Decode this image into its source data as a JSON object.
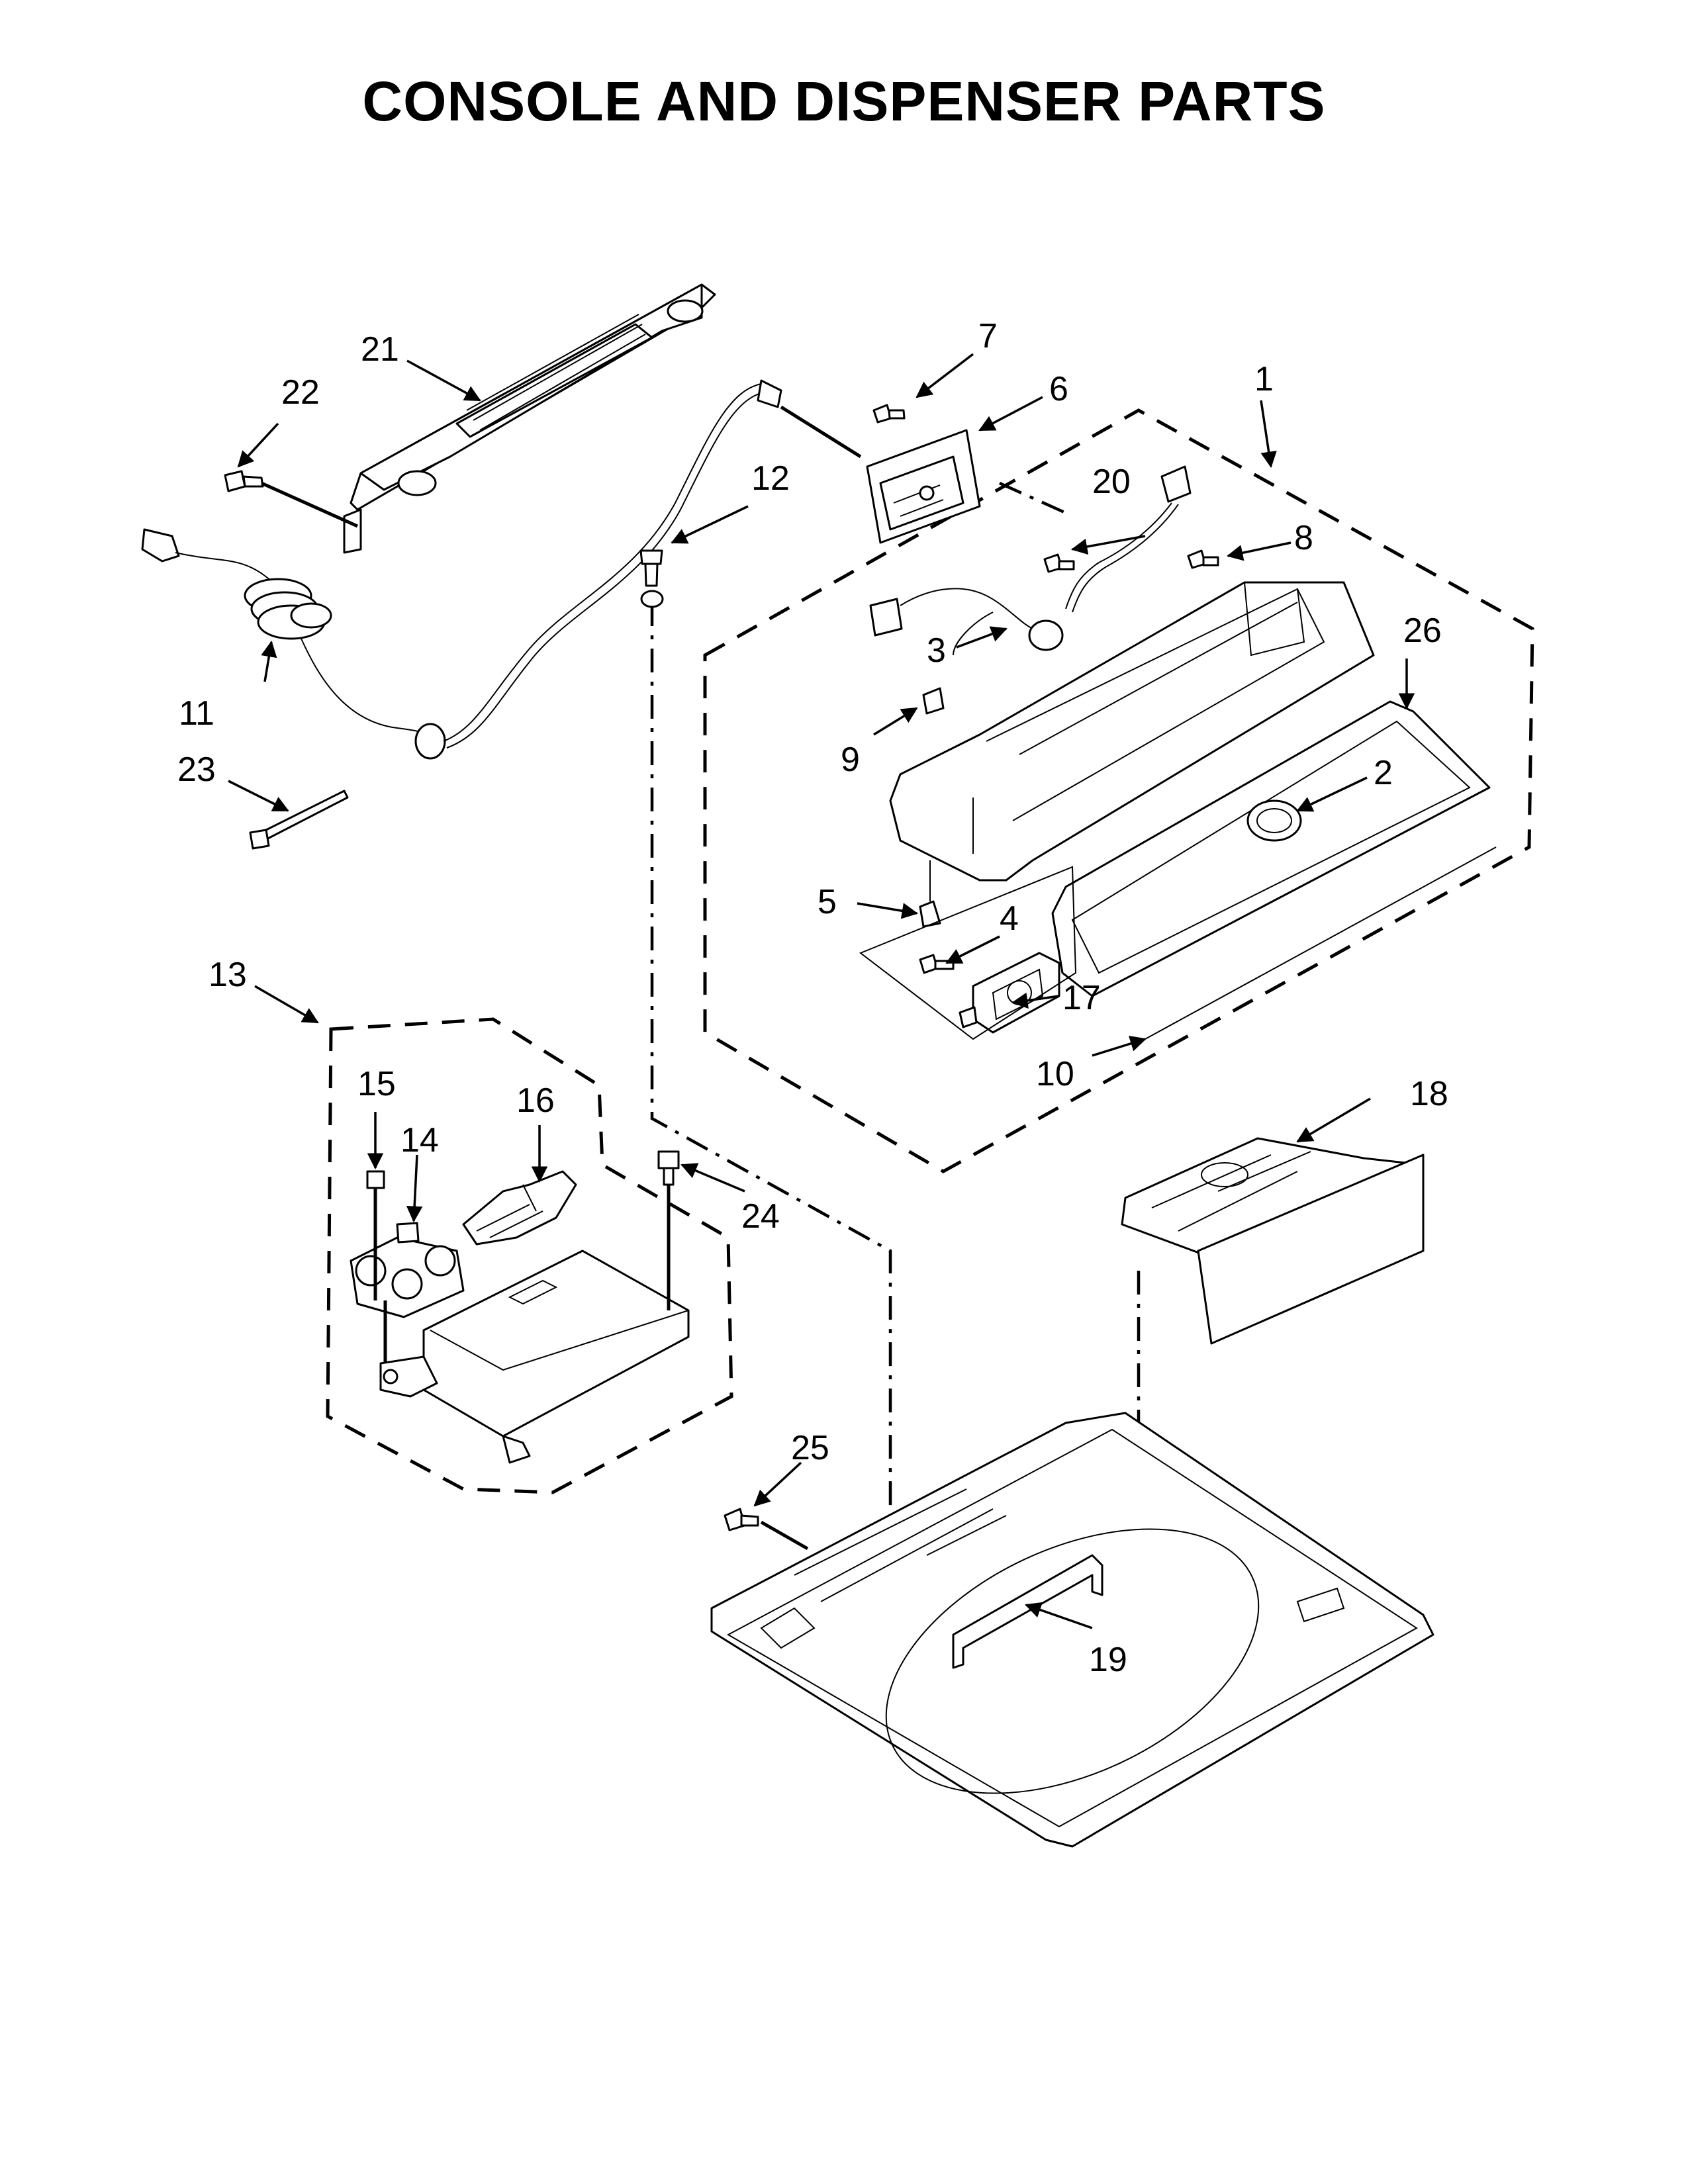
{
  "title": "CONSOLE AND DISPENSER PARTS",
  "callouts": {
    "c1": "1",
    "c2": "2",
    "c3": "3",
    "c4": "4",
    "c5": "5",
    "c6": "6",
    "c7": "7",
    "c8": "8",
    "c9": "9",
    "c10": "10",
    "c11": "11",
    "c12": "12",
    "c13": "13",
    "c14": "14",
    "c15": "15",
    "c16": "16",
    "c17": "17",
    "c18": "18",
    "c19": "19",
    "c20": "20",
    "c21": "21",
    "c22": "22",
    "c23": "23",
    "c24": "24",
    "c25": "25",
    "c26": "26"
  }
}
